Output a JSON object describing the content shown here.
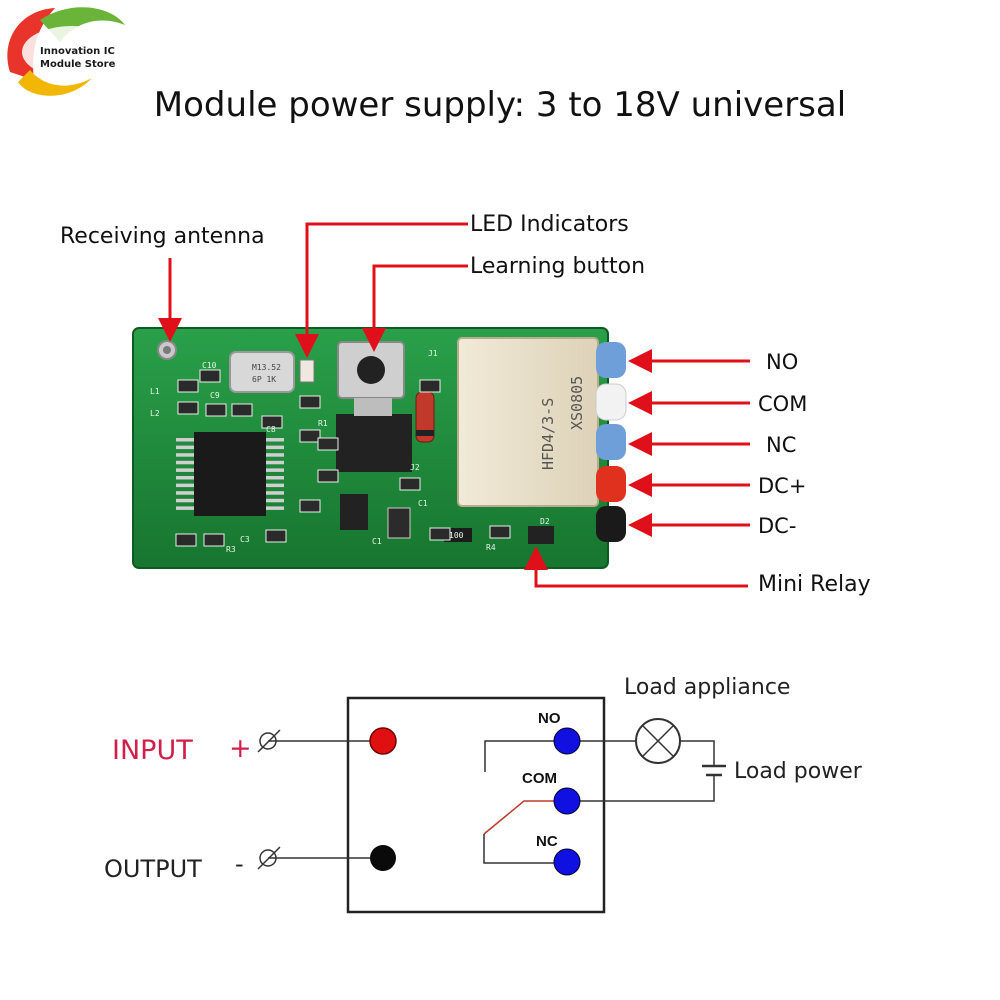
{
  "logo": {
    "line1": "Innovation IC",
    "line2": "Module Store"
  },
  "title": "Module power supply: 3 to 18V universal",
  "callouts": {
    "antenna": "Receiving antenna",
    "led": "LED Indicators",
    "button": "Learning button",
    "relay": "Mini Relay"
  },
  "pins": [
    "NO",
    "COM",
    "NC",
    "DC+",
    "DC-"
  ],
  "board": {
    "relay_model": "HFD4/3-S",
    "relay_code": "XS0805",
    "crystal": "M13.52",
    "crystal2": "6P 1K",
    "silk": [
      "C10",
      "C9",
      "L1",
      "L2",
      "C8",
      "R1",
      "J2",
      "J1",
      "C1",
      "C3",
      "R3",
      "R4",
      "D2",
      "100",
      "C1"
    ]
  },
  "schematic": {
    "input_label": "INPUT",
    "input_sign": "+",
    "output_label": "OUTPUT",
    "output_sign": "-",
    "no": "NO",
    "com": "COM",
    "nc": "NC",
    "load_appliance": "Load appliance",
    "load_power": "Load power"
  },
  "colors": {
    "arrow": "#e0101a",
    "pcb": "#1e8a3a",
    "input_text": "#d0204a",
    "terminal_red": "#e01010",
    "terminal_blue": "#1010e0",
    "terminal_black": "#000000"
  }
}
